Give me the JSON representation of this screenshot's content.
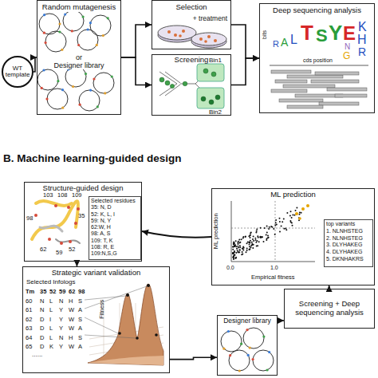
{
  "diagram": {
    "nodes": [
      {
        "text": [
          "WT template"
        ]
      },
      {
        "text": [
          "Random mutagenesis",
          "or",
          "Designer library"
        ]
      },
      {
        "text": [
          "Selection",
          "+ treatment"
        ]
      },
      {
        "text": [
          "Screening"
        ]
      },
      {
        "text": [
          "Deep sequencing analysis"
        ]
      },
      {
        "text": [
          "Structure-guided design"
        ]
      },
      {
        "text": [
          "Selected residues",
          "35: N, D",
          "52: K, L, I",
          "59: N, Y",
          "62:W, H",
          "98: A, S",
          "109: T, K",
          "108: R, E",
          "109:N,S,G"
        ],
        "in": 5
      },
      {
        "text": [
          "ML prediction"
        ]
      },
      {
        "text": [
          "top variants",
          "1. NLNHSTEG",
          "2. NLNHSTEG",
          "3. DLYHAKEG",
          "4. DLYHAKEG",
          "5. DKNHAKRS"
        ],
        "in": 7
      },
      {
        "text": [
          "Strategic variant validation"
        ]
      },
      {
        "text": [
          "Designer library"
        ]
      },
      {
        "text": [
          "Screening + Deep sequencing analysis"
        ]
      }
    ],
    "edges": [
      {
        "from": 0,
        "to": 1,
        "arrow": "to"
      },
      {
        "from": 1,
        "to": 2,
        "arrow": "to"
      },
      {
        "from": 1,
        "to": 3,
        "arrow": "to"
      },
      {
        "from": 2,
        "to": 4,
        "arrow": "to"
      },
      {
        "from": 3,
        "to": 4,
        "arrow": "to"
      },
      {
        "from": 7,
        "to": 5,
        "arrow": "to"
      },
      {
        "from": 5,
        "to": 9,
        "arrow": "to"
      },
      {
        "from": 9,
        "to": 10,
        "arrow": "to"
      },
      {
        "from": 10,
        "to": 11,
        "arrow": "to"
      },
      {
        "from": 11,
        "to": 7,
        "arrow": "to"
      }
    ],
    "labels": [
      "bits",
      "R",
      "A",
      "L",
      "T",
      "S",
      "Y",
      "E",
      "N",
      "G",
      "K",
      "H",
      "R",
      "cds position",
      "Bin1",
      "Bin2",
      "B. Machine learning-guided design",
      "103",
      "108",
      "109",
      "98",
      "35",
      "62",
      "59",
      "52",
      "ML prediction",
      "Empirical fitness",
      "0.0",
      "1.0",
      "Selected Infologs",
      "Tm",
      "35",
      "52",
      "59",
      "62",
      "98",
      "60",
      "N",
      "L",
      "N",
      "H",
      "S",
      "61",
      "N",
      "L",
      "Y",
      "W",
      "A",
      "62",
      "D",
      "I",
      "Y",
      "W",
      "S",
      "63",
      "D",
      "L",
      "Y",
      "W",
      "A",
      "64",
      "D",
      "L",
      "N",
      "H",
      "S",
      "65",
      "D",
      "K",
      "Y",
      "W",
      "A",
      "......",
      "Fitness"
    ]
  }
}
